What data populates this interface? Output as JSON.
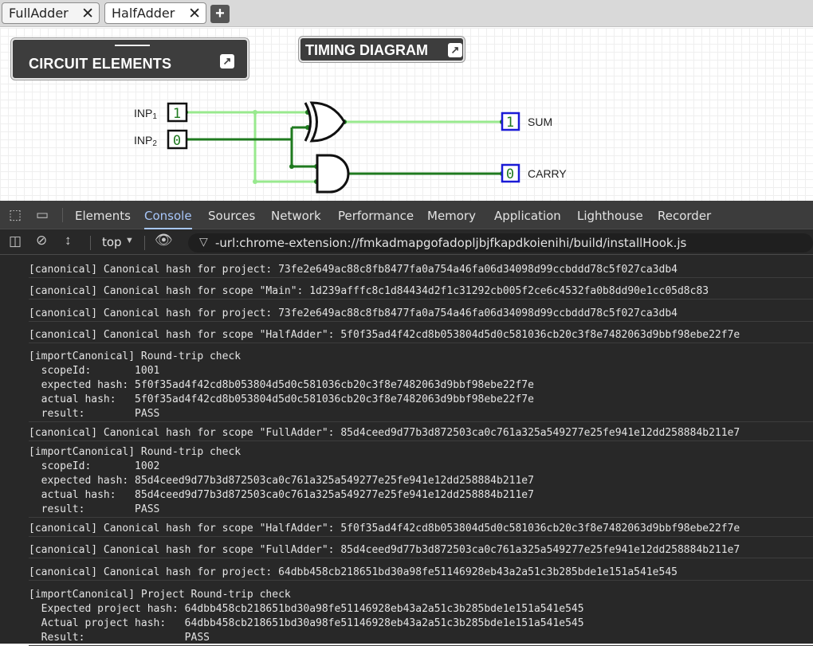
{
  "circuit_tabs": [
    {
      "label": "FullAdder",
      "close": "✕",
      "active": false
    },
    {
      "label": "HalfAdder",
      "close": "✕",
      "active": true
    }
  ],
  "add_tab_label": "+",
  "panels": {
    "circuit_elements": {
      "title": "CIRCUIT ELEMENTS",
      "icon": "expand-icon"
    },
    "timing_diagram": {
      "title": "TIMING DIAGRAM",
      "icon": "expand-icon"
    }
  },
  "circuit": {
    "inputs": [
      {
        "label": "INP",
        "sub": "1",
        "value": "1"
      },
      {
        "label": "INP",
        "sub": "2",
        "value": "0"
      }
    ],
    "outputs": [
      {
        "label": "SUM",
        "value": "1"
      },
      {
        "label": "CARRY",
        "value": "0"
      }
    ],
    "colors": {
      "wire_on": "#98e98e",
      "wire_off": "#1f7a1f",
      "output_border": "#1a1ad6",
      "input_border": "#111111"
    }
  },
  "devtools": {
    "tabs": [
      "Elements",
      "Console",
      "Sources",
      "Network",
      "Performance",
      "Memory",
      "Application",
      "Lighthouse",
      "Recorder"
    ],
    "active_tab": "Console",
    "context": "top",
    "filter": "-url:chrome-extension://fmkadmapgofadopljbjfkapdkoienihi/build/installHook.js",
    "accent": "#a8c7fa"
  },
  "console_messages": [
    {
      "lines": [
        "[canonical] Canonical hash for project: 73fe2e649ac88c8fb8477fa0a754a46fa06d34098d99ccbddd78c5f027ca3db4"
      ]
    },
    {
      "lines": [
        "[canonical] Canonical hash for scope \"Main\": 1d239afffc8c1d84434d2f1c31292cb005f2ce6c4532fa0b8dd90e1cc05d8c83"
      ]
    },
    {
      "lines": [
        "[canonical] Canonical hash for project: 73fe2e649ac88c8fb8477fa0a754a46fa06d34098d99ccbddd78c5f027ca3db4"
      ]
    },
    {
      "lines": [
        "[canonical] Canonical hash for scope \"HalfAdder\": 5f0f35ad4f42cd8b053804d5d0c581036cb20c3f8e7482063d9bbf98ebe22f7e"
      ]
    },
    {
      "lines": [
        "[importCanonical] Round-trip check",
        "  scopeId:       1001",
        "  expected hash: 5f0f35ad4f42cd8b053804d5d0c581036cb20c3f8e7482063d9bbf98ebe22f7e",
        "  actual hash:   5f0f35ad4f42cd8b053804d5d0c581036cb20c3f8e7482063d9bbf98ebe22f7e",
        "  result:        PASS"
      ]
    },
    {
      "lines": [
        "[canonical] Canonical hash for scope \"FullAdder\": 85d4ceed9d77b3d872503ca0c761a325a549277e25fe941e12dd258884b211e7"
      ]
    },
    {
      "lines": [
        "[importCanonical] Round-trip check",
        "  scopeId:       1002",
        "  expected hash: 85d4ceed9d77b3d872503ca0c761a325a549277e25fe941e12dd258884b211e7",
        "  actual hash:   85d4ceed9d77b3d872503ca0c761a325a549277e25fe941e12dd258884b211e7",
        "  result:        PASS"
      ]
    },
    {
      "lines": [
        "[canonical] Canonical hash for scope \"HalfAdder\": 5f0f35ad4f42cd8b053804d5d0c581036cb20c3f8e7482063d9bbf98ebe22f7e"
      ]
    },
    {
      "lines": [
        "[canonical] Canonical hash for scope \"FullAdder\": 85d4ceed9d77b3d872503ca0c761a325a549277e25fe941e12dd258884b211e7"
      ]
    },
    {
      "lines": [
        "[canonical] Canonical hash for project: 64dbb458cb218651bd30a98fe51146928eb43a2a51c3b285bde1e151a541e545"
      ]
    },
    {
      "lines": [
        "[importCanonical] Project Round-trip check",
        "  Expected project hash: 64dbb458cb218651bd30a98fe51146928eb43a2a51c3b285bde1e151a541e545",
        "  Actual project hash:   64dbb458cb218651bd30a98fe51146928eb43a2a51c3b285bde1e151a541e545",
        "  Result:                PASS"
      ]
    }
  ]
}
